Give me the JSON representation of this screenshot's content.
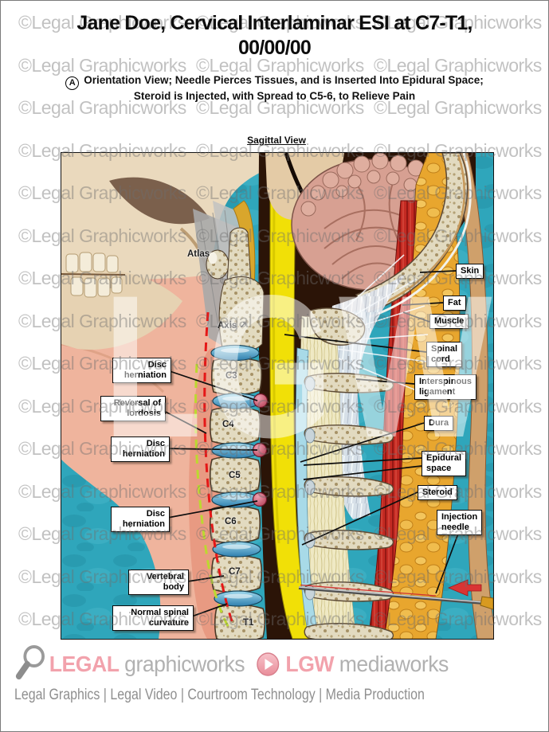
{
  "header": {
    "title_line1": "Jane Doe, Cervical Interlaminar ESI at C7-T1,",
    "title_line2": "00/00/00",
    "note_marker": "A",
    "note_line1": "Orientation View; Needle Pierces Tissues, and is Inserted Into Epidural Space;",
    "note_line2": "Steroid is Injected, with Spread to C5-6, to Relieve Pain"
  },
  "figure": {
    "caption": "Sagittal View",
    "anatomy_labels": {
      "atlas": "Atlas",
      "axis": "Axis",
      "axis_arrow": "↗",
      "c3": "C3",
      "c4": "C4",
      "c5": "C5",
      "c6": "C6",
      "c7": "C7",
      "t1": "T1"
    },
    "callouts_left": {
      "disc_herniation_1": "Disc\nherniation",
      "reversal_of_lordosis": "Reversal of\nlordosis",
      "disc_herniation_2": "Disc\nherniation",
      "disc_herniation_3": "Disc\nherniation",
      "vertebral_body": "Vertebral\nbody",
      "normal_spinal_curvature": "Normal spinal\ncurvature"
    },
    "callouts_right": {
      "skin": "Skin",
      "fat": "Fat",
      "muscle": "Muscle",
      "spinal_cord": "Spinal\ncord",
      "interspinous_ligament": "Interspinous\nligament",
      "dura": "Dura",
      "epidural_space": "Epidural\nspace",
      "steroid": "Steroid",
      "injection_needle": "Injection\nneedle"
    }
  },
  "watermark": {
    "tile_text": "©Legal Graphicworks",
    "big_text": "LGW"
  },
  "footer": {
    "brand1_bold": "LEGAL",
    "brand1_light": "graphicworks",
    "brand2_bold": "LGW",
    "brand2_light": "mediaworks",
    "services": "Legal Graphics | Legal Video | Courtroom Technology | Media Production"
  },
  "colors": {
    "accent_pink": "#f2a2ac",
    "logo_gray": "#b1b1b1",
    "watermark_gray": "#b5b5b5",
    "teal_background": "#2fa6bb",
    "spinal_cord_yellow": "#f1e007",
    "disc_blue": "#4a9cc8",
    "herniation_red": "#c04858",
    "muscle_red": "#c32a22",
    "fat_orange": "#e9a733",
    "needle_arrow_red": "#d93434"
  }
}
